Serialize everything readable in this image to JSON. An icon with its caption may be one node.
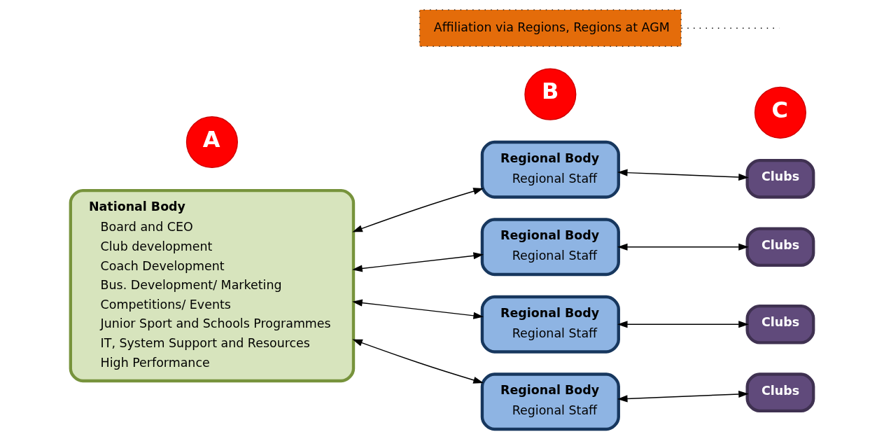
{
  "diagram": {
    "nodes": [
      {
        "text": [
          "National Body",
          "Board and CEO",
          "Club development",
          "Coach Development",
          "Bus. Development/ Marketing",
          "Competitions/ Events",
          "Junior Sport and Schools Programmes",
          "IT, System Support and Resources",
          "High Performance"
        ]
      },
      {
        "text": [
          "A"
        ]
      },
      {
        "text": [
          "Regional Body",
          "Regional Staff"
        ]
      },
      {
        "text": [
          "Regional Body",
          "Regional Staff"
        ]
      },
      {
        "text": [
          "Regional Body",
          "Regional Staff"
        ]
      },
      {
        "text": [
          "Regional Body",
          "Regional Staff"
        ]
      },
      {
        "text": [
          "B"
        ]
      },
      {
        "text": [
          "Clubs"
        ]
      },
      {
        "text": [
          "Clubs"
        ]
      },
      {
        "text": [
          "Clubs"
        ]
      },
      {
        "text": [
          "Clubs"
        ]
      },
      {
        "text": [
          "C"
        ]
      },
      {
        "text": [
          "Affiliation via Regions, Regions at AGM"
        ]
      }
    ],
    "edges": [
      {
        "from": 0,
        "to": 2,
        "arrow": "both"
      },
      {
        "from": 0,
        "to": 3,
        "arrow": "both"
      },
      {
        "from": 0,
        "to": 4,
        "arrow": "both"
      },
      {
        "from": 0,
        "to": 5,
        "arrow": "both"
      },
      {
        "from": 2,
        "to": 7,
        "arrow": "both"
      },
      {
        "from": 3,
        "to": 8,
        "arrow": "both"
      },
      {
        "from": 4,
        "to": 9,
        "arrow": "both"
      },
      {
        "from": 5,
        "to": 10,
        "arrow": "both"
      },
      {
        "from": 12,
        "to": null,
        "arrow": "none",
        "style": "dashed"
      }
    ]
  }
}
